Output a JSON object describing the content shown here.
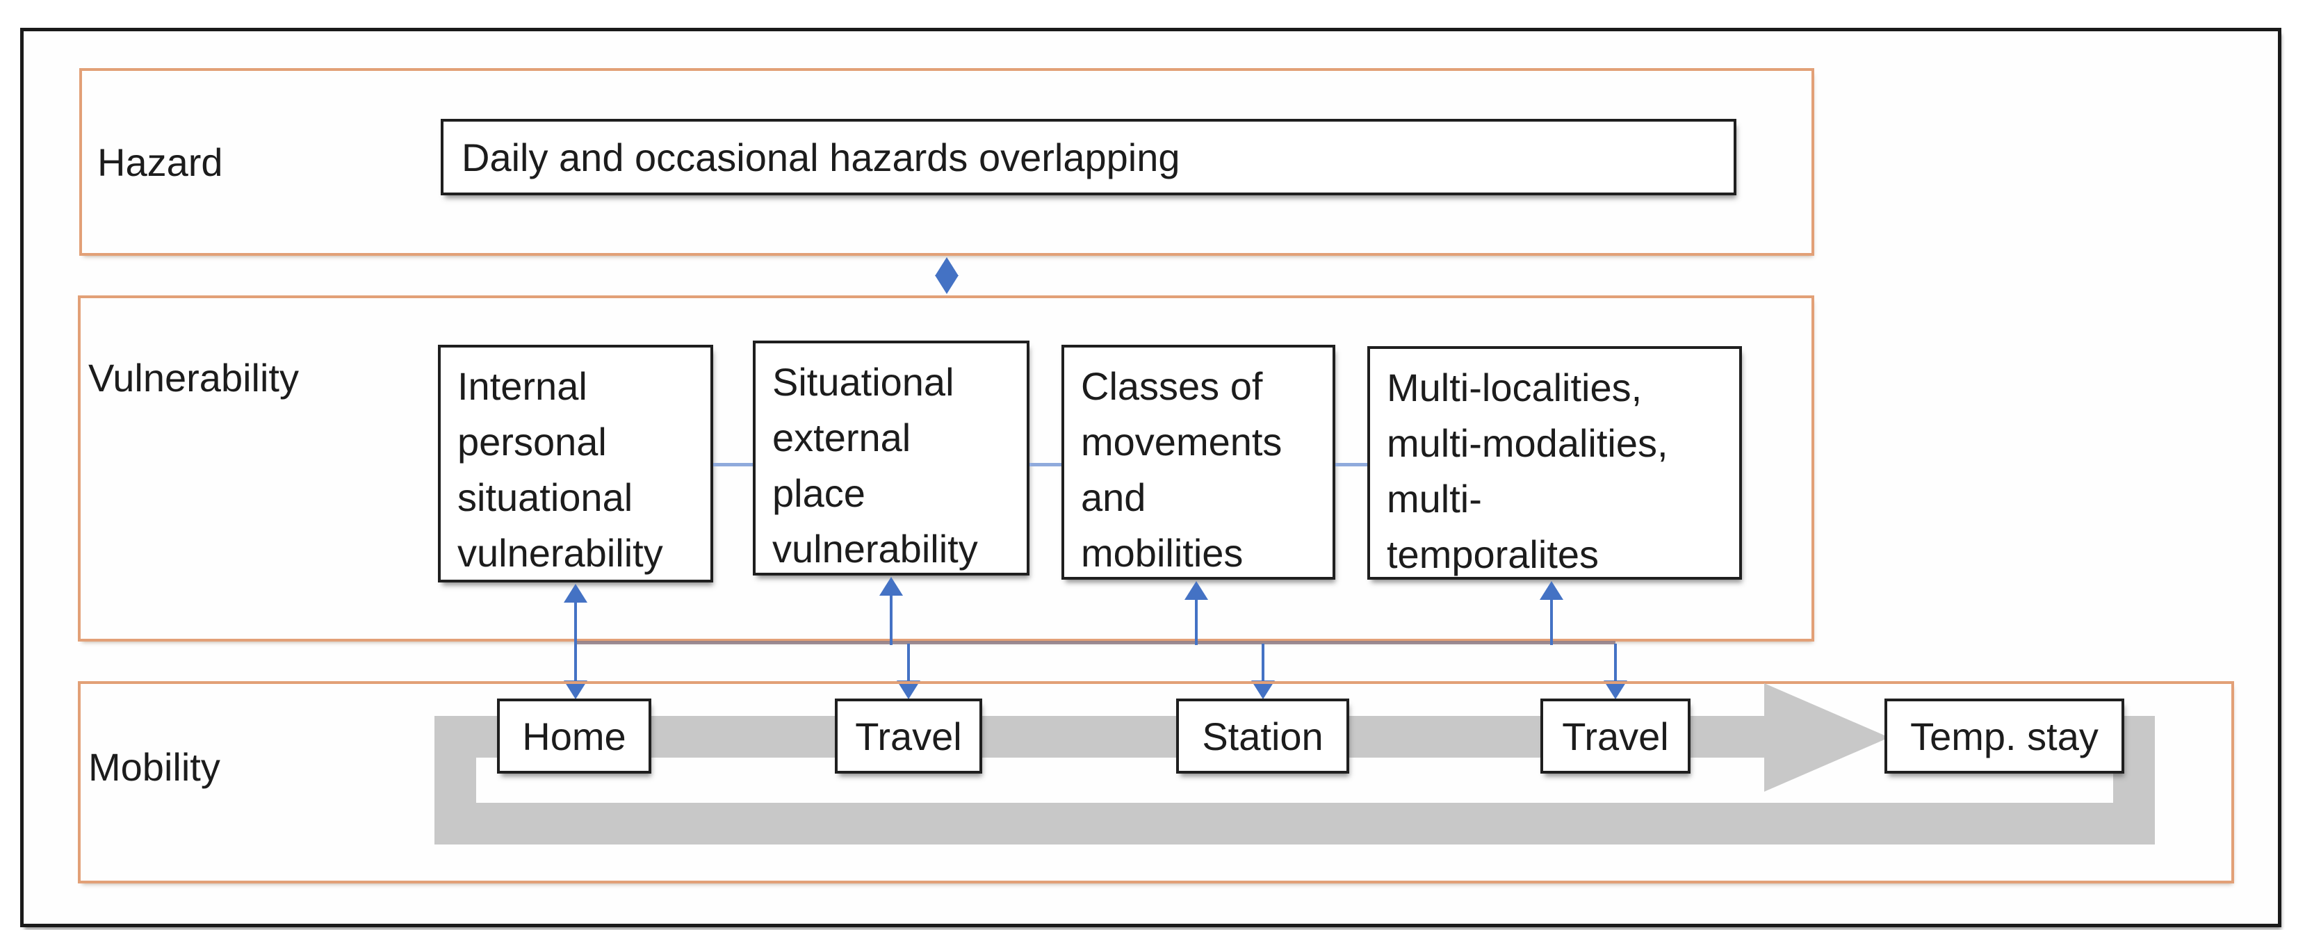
{
  "colors": {
    "orange": "#E2A077",
    "blue": "#4472C4",
    "light-blue": "#8FAADC",
    "gray": "#C8C8C8",
    "mauve": "#8D7A84",
    "ink": "#1c1c1c"
  },
  "hazard": {
    "label": "Hazard",
    "box_text": "Daily and occasional hazards overlapping"
  },
  "vulnerability": {
    "label": "Vulnerability",
    "boxes": [
      "Internal\npersonal\nsituational\nvulnerability",
      "Situational\nexternal\nplace\nvulnerability",
      "Classes of\nmovements\nand\nmobilities",
      "Multi-localities,\nmulti-modalities,\nmulti-\ntemporalites"
    ]
  },
  "mobility": {
    "label": "Mobility",
    "stops": [
      "Home",
      "Travel",
      "Station",
      "Travel",
      "Temp. stay"
    ]
  }
}
